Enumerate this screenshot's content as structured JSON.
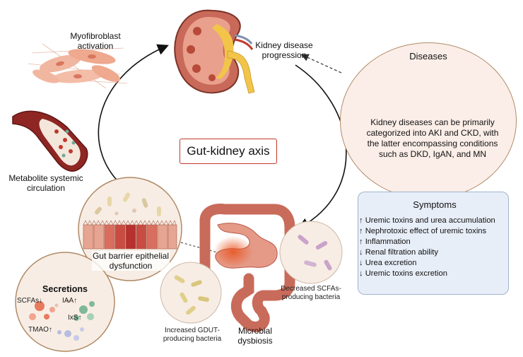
{
  "center_title": "Gut-kidney axis",
  "kidney": {
    "label": "Kidney disease progression"
  },
  "myofibroblast": {
    "label": "Myofibroblast activation"
  },
  "vessel": {
    "label": "Metabolite systemic circulation"
  },
  "gut_barrier": {
    "label": "Gut barrier epithelial dysfunction"
  },
  "secretions": {
    "title": "Secretions",
    "items": [
      "SCFAs↓",
      "IAA↑",
      "IxS↑",
      "TMAO↑"
    ]
  },
  "microbial": {
    "label": "Microbial dysbiosis",
    "increased": "Increased GDUT-producing bacteria",
    "decreased": "Decreased SCFAs-producing bacteria"
  },
  "diseases": {
    "title": "Diseases",
    "text": "Kidney diseases can be primarily categorized into AKI and CKD, with the latter encompassing conditions such as DKD, IgAN, and MN"
  },
  "symptoms": {
    "title": "Symptoms",
    "items": [
      "↑ Uremic toxins and urea accumulation",
      "↑ Nephrotoxic effect of uremic toxins",
      "↑ Inflammation",
      "↓ Renal filtration ability",
      "↓ Urea excretion",
      "↓ Uremic toxins excretion"
    ]
  },
  "colors": {
    "kidney": "#c8695a",
    "ureter": "#f2c44a",
    "vessel": "#9b2d2a",
    "cycle_arrow": "#111111",
    "dashed_arrow": "#333333",
    "diseases_bg": "#fbeee8",
    "symptoms_bg": "#e8eef8",
    "title_border": "#c0392b"
  }
}
